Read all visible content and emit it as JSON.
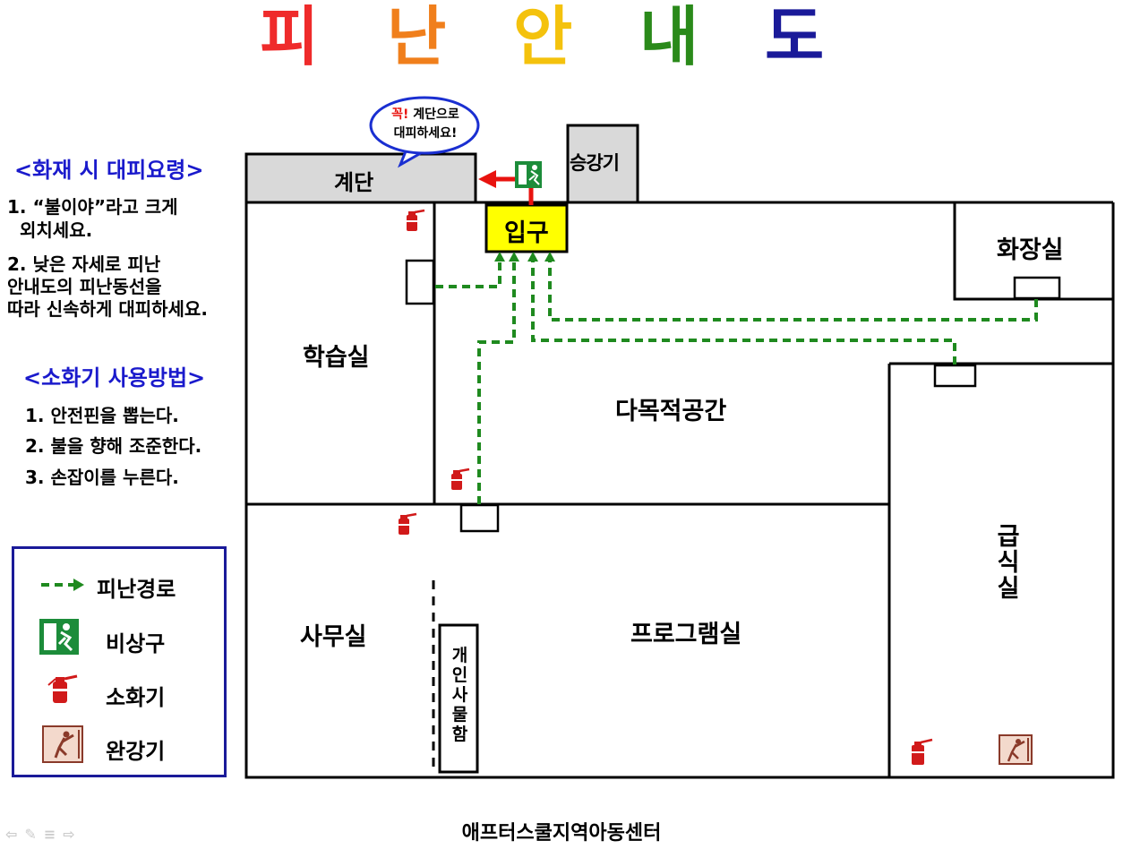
{
  "title": {
    "chars": [
      "피",
      "난",
      "안",
      "내",
      "도"
    ],
    "colors": [
      "#ef2b2b",
      "#f07f1c",
      "#f4c20d",
      "#2a8a1a",
      "#1a1a99"
    ]
  },
  "fire_guide": {
    "heading": "<화재 시 대피요령>",
    "step1_line1": "1. “불이야”라고 크게",
    "step1_line2": "외치세요.",
    "step2_line1": "2. 낮은 자세로 피난",
    "step2_line2": "안내도의 피난동선을",
    "step2_line3": "따라 신속하게 대피하세요."
  },
  "extinguisher_guide": {
    "heading": "<소화기 사용방법>",
    "step1": "1.  안전핀을 뽑는다.",
    "step2": "2. 불을 향해 조준한다.",
    "step3": "3. 손잡이를 누른다."
  },
  "legend": {
    "route": "피난경로",
    "exit": "비상구",
    "extinguisher": "소화기",
    "descender": "완강기"
  },
  "callout": {
    "emphasis": "꼭!",
    "line1_rest": " 계단으로",
    "line2": "대피하세요!"
  },
  "rooms": {
    "stairs": "계단",
    "descender_room": "승강기",
    "entrance": "입구",
    "restroom": "화장실",
    "study": "학습실",
    "multipurpose": "다목적공간",
    "office": "사무실",
    "program": "프로그램실",
    "kitchen": "급식실",
    "locker": "개인사물함"
  },
  "footer": "애프터스쿨지역아동센터",
  "colors": {
    "route": "#1f8a1f",
    "exit_arrow": "#e8130f",
    "entrance_fill": "#ffff00",
    "extinguisher": "#d11a1a",
    "wall_gray": "#d9d9d9",
    "exit_sign": "#1c8c3a",
    "descender_bg": "#f3d9cc",
    "callout_border": "#1a2fd1"
  }
}
